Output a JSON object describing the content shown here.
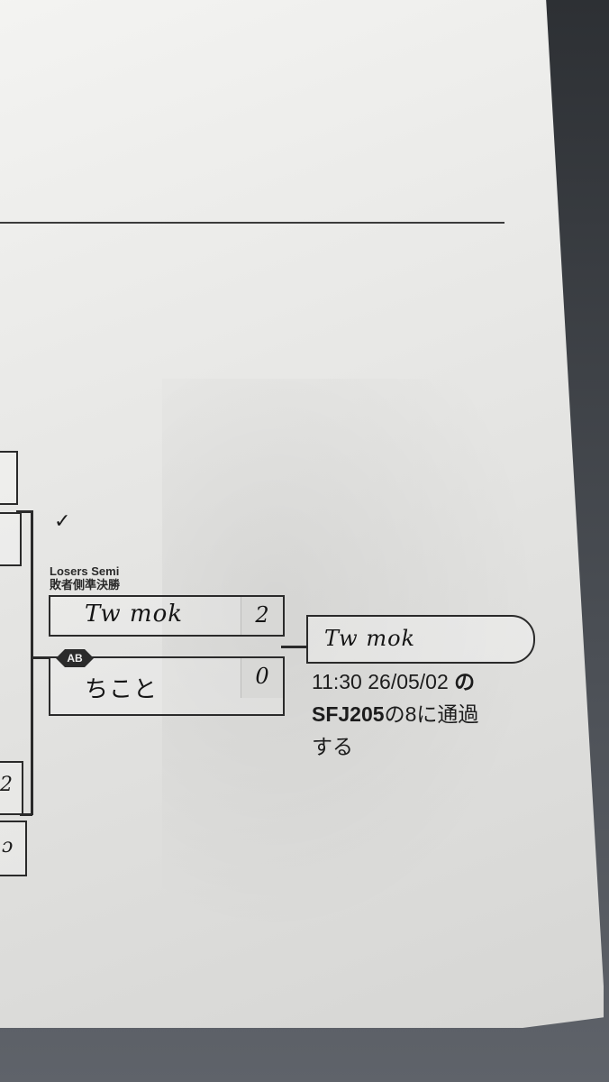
{
  "round": {
    "title_en": "Losers Semi",
    "title_ja": "敗者側準決勝"
  },
  "match": {
    "badge": "AB",
    "player1": {
      "name": "Tw mok",
      "score": "2"
    },
    "player2": {
      "name": "ちこと",
      "score": "0"
    }
  },
  "winner": {
    "name": "Tw mok"
  },
  "advance": {
    "time_date": "11:30 26/05/02",
    "particle": "の",
    "target": "SFJ205",
    "rest": "の8に通過",
    "line3": "する"
  },
  "annotations": {
    "check": "✓",
    "left_fragment_1": "2",
    "left_fragment_2": "ɔ"
  }
}
